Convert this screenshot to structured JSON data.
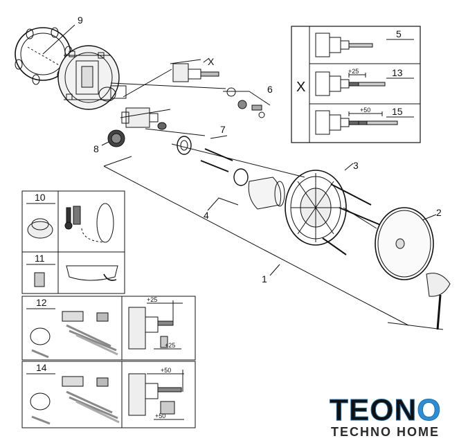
{
  "callouts": {
    "n1": "1",
    "n2": "2",
    "n3": "3",
    "n4": "4",
    "n5": "5",
    "n6": "6",
    "n7": "7",
    "n8": "8",
    "n9": "9",
    "n10": "10",
    "n11": "11",
    "n12": "12",
    "n13": "13",
    "n14": "14",
    "n15": "15",
    "x_main": "X",
    "x_box": "X"
  },
  "dims": {
    "plus25_a": "+25",
    "plus50_a": "+50",
    "plus25_b": "+25",
    "plus25_c": "+25",
    "plus50_b": "+50",
    "plus50_c": "+50"
  },
  "logo": {
    "main_dark": "TEON",
    "main_accent": "O",
    "sub": "TECHNO HOME"
  }
}
